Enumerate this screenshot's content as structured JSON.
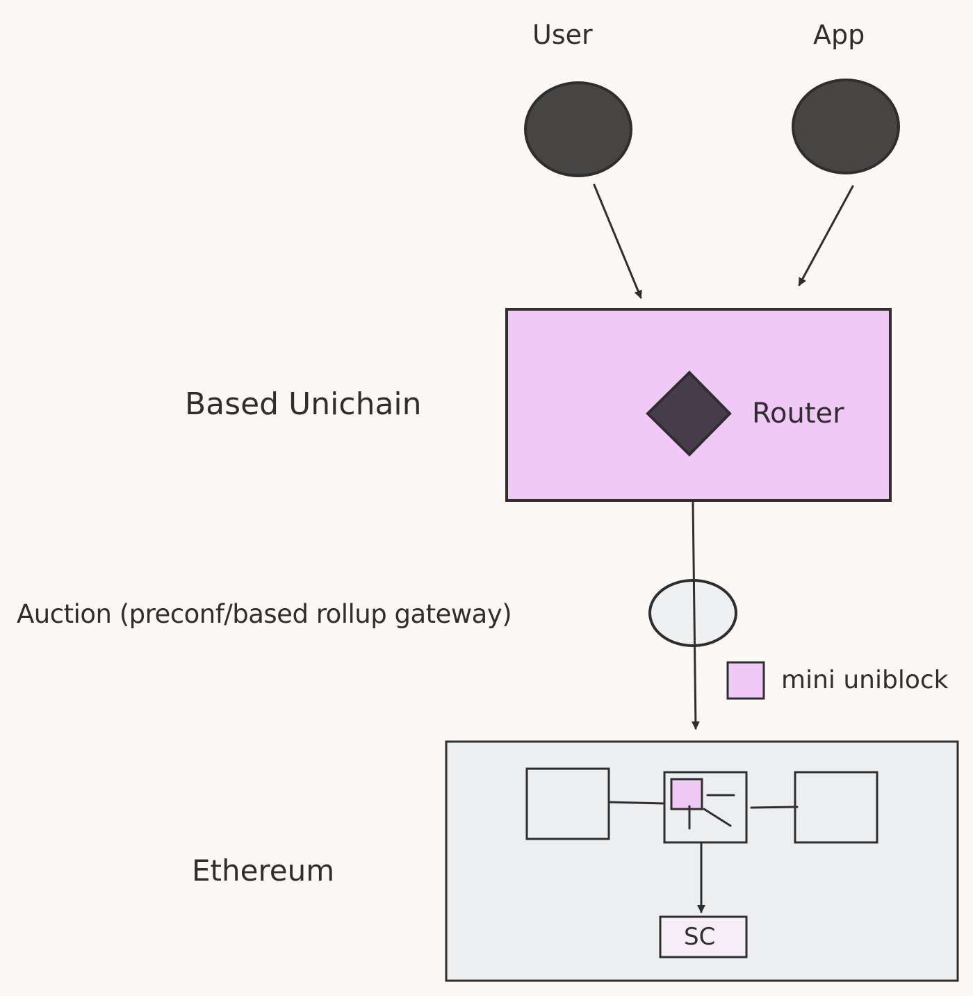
{
  "nodes": {
    "user": "User",
    "app": "App",
    "router": "Router",
    "sc": "SC"
  },
  "layers": {
    "based_unichain": "Based Unichain",
    "auction": "Auction (preconf/based rollup gateway)",
    "ethereum": "Ethereum"
  },
  "legend": {
    "mini_uniblock": "mini uniblock"
  },
  "colors": {
    "background": "#fcf8f5",
    "unichain_fill": "#f0c9f7",
    "ethereum_fill": "#eceef0",
    "stroke": "#2e2e2e",
    "node_fill": "#474544",
    "router_fill": "#473d4a"
  }
}
